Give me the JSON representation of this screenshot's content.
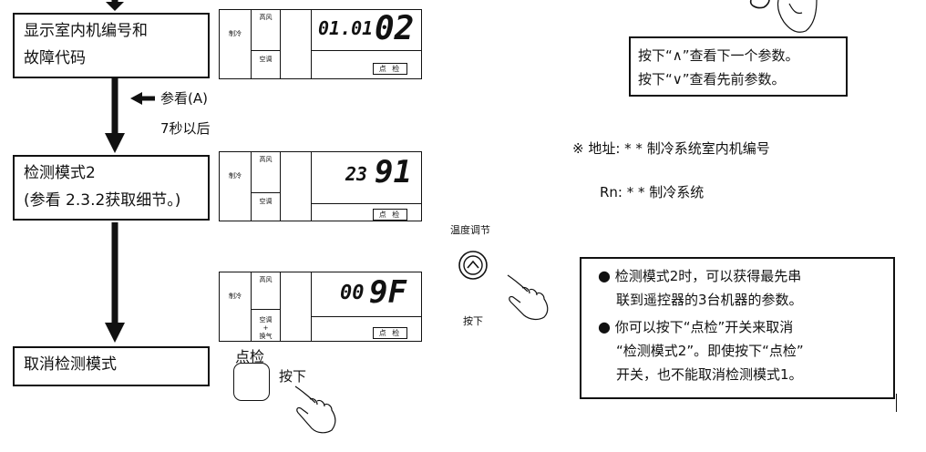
{
  "steps": [
    {
      "line1": "显示室内机编号和",
      "line2": "故障代码"
    },
    {
      "line1": "检测模式2",
      "line2": "(参看 2.3.2获取细节。)"
    },
    {
      "line1": "取消检测模式",
      "line2": ""
    }
  ],
  "arrow_note": {
    "line1": "参看(A)",
    "line2": "7秒以后"
  },
  "panels": [
    {
      "left": "制冷",
      "top": "高风",
      "mid": "空调",
      "mid2": "",
      "mid3": "",
      "lcd_small": "01.01",
      "lcd_big": "02",
      "button": "点 检"
    },
    {
      "left": "制冷",
      "top": "高风",
      "mid": "空调",
      "mid2": "",
      "mid3": "",
      "lcd_small": "23",
      "lcd_big": "91",
      "button": "点 检"
    },
    {
      "left": "制冷",
      "top": "高风",
      "mid": "空调",
      "mid2": "+",
      "mid3": "换气",
      "lcd_small": "00",
      "lcd_big": "9F",
      "button": "点 检"
    }
  ],
  "check_button": {
    "title": "点检",
    "press": "按下"
  },
  "nav_box": {
    "line1": "按下“∧”查看下一个参数。",
    "line2": "按下“∨”查看先前参数。"
  },
  "address_note": {
    "line1": "※ 地址: * * 制冷系统室内机编号",
    "line2": "Rn: * * 制冷系统"
  },
  "temp_button": {
    "title": "温度调节",
    "press": "按下"
  },
  "info_box": {
    "item1_line1": "检测模式2时，可以获得最先串",
    "item1_line2": "联到遥控器的3台机器的参数。",
    "item2_line1": "你可以按下“点检”开关来取消",
    "item2_line2": "“检测模式2”。即使按下“点检”",
    "item2_line3": "开关，也不能取消检测模式1。"
  }
}
